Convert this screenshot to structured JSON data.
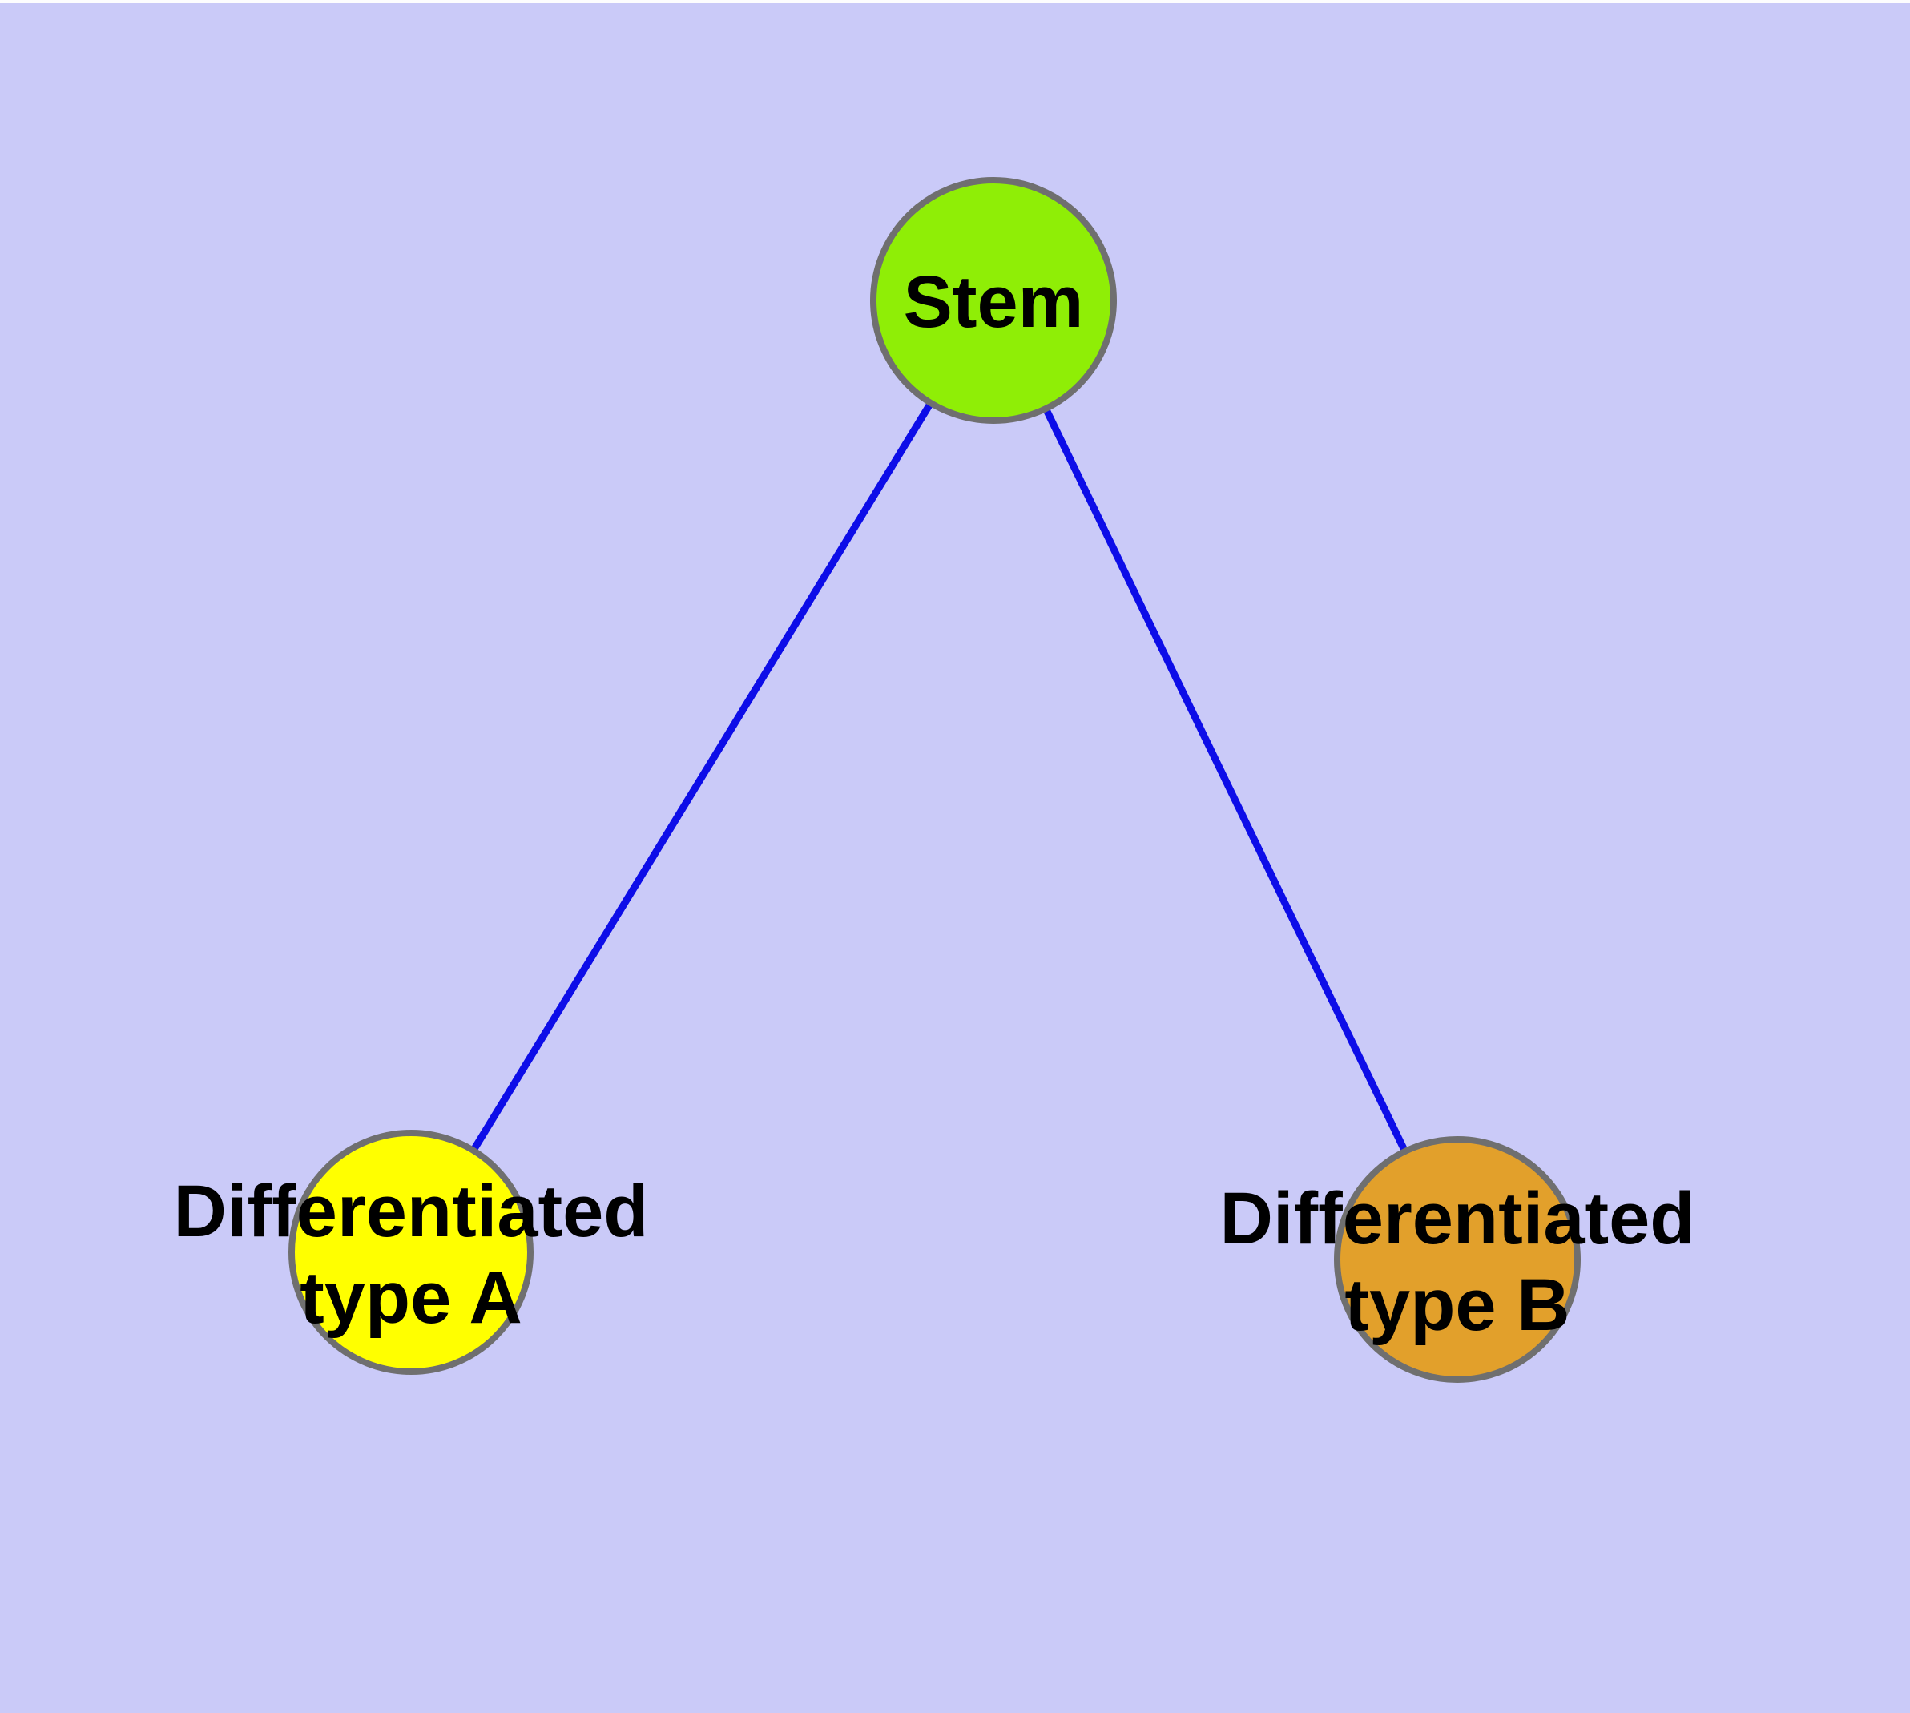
{
  "diagram": {
    "description": "Cell differentiation graph: a Stem node linked to two differentiated cell-type nodes",
    "colors": {
      "background": "#CACAF8",
      "top_strip": "#FDFDFE",
      "edge": "#0D0DE8",
      "node_border": "#6F6F6F",
      "label_text": "#000000"
    },
    "nodes": [
      {
        "id": "stem",
        "label": "Stem",
        "fill": "#8FEE06"
      },
      {
        "id": "differentiated-type-a",
        "label": "Differentiated type A",
        "lines": [
          "Differentiated",
          "type A"
        ],
        "fill": "#FFFF00"
      },
      {
        "id": "differentiated-type-b",
        "label": "Differentiated type B",
        "lines": [
          "Differentiated",
          "type B"
        ],
        "fill": "#E2A02B"
      }
    ],
    "edges": [
      {
        "from": "Stem",
        "to": "Differentiated type A"
      },
      {
        "from": "Stem",
        "to": "Differentiated type B"
      }
    ]
  }
}
